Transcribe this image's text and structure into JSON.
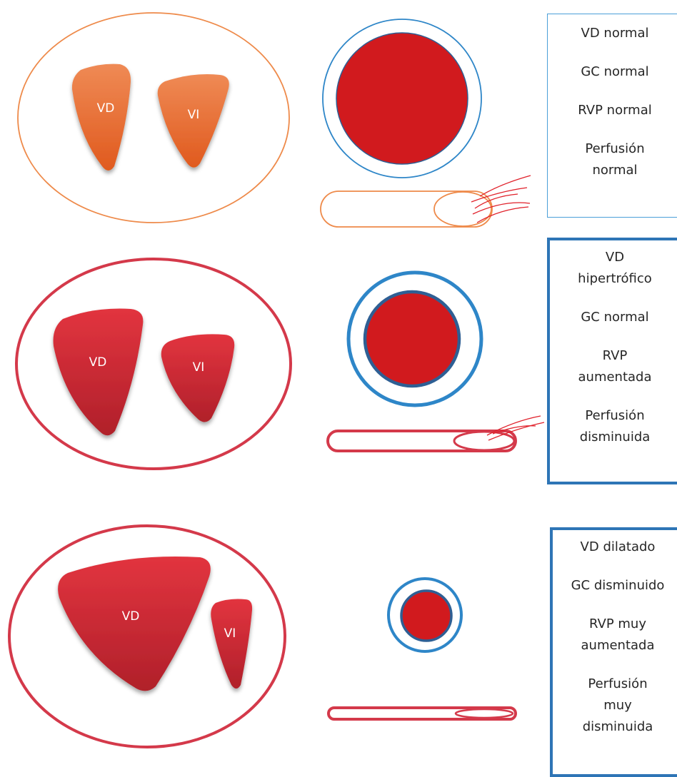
{
  "colors": {
    "normal_outline": "#ee8a4a",
    "normal_ventricle": "#e8743a",
    "disease_outline": "#d4394a",
    "disease_ventricle": "#c42230",
    "vessel_ring": "#2e86c8",
    "vessel_lumen": "#d11a1e",
    "box_border": "#2e75b6"
  },
  "panels": [
    {
      "ventricles": {
        "right_label": "VD",
        "left_label": "VI"
      },
      "info": [
        {
          "text": "VD normal"
        },
        {
          "text": "GC normal"
        },
        {
          "text": "RVP normal"
        },
        {
          "text": "Perfusión\nnormal"
        }
      ]
    },
    {
      "ventricles": {
        "right_label": "VD",
        "left_label": "VI"
      },
      "info": [
        {
          "text": "VD\nhipertrófico"
        },
        {
          "text": "GC normal"
        },
        {
          "text": "RVP\naumentada"
        },
        {
          "text": "Perfusión\ndisminuida"
        }
      ]
    },
    {
      "ventricles": {
        "right_label": "VD",
        "left_label": "VI"
      },
      "info": [
        {
          "text": "VD dilatado"
        },
        {
          "text": "GC disminuido"
        },
        {
          "text": "RVP muy\naumentada"
        },
        {
          "text": "Perfusión\nmuy\ndisminuida"
        }
      ]
    }
  ]
}
